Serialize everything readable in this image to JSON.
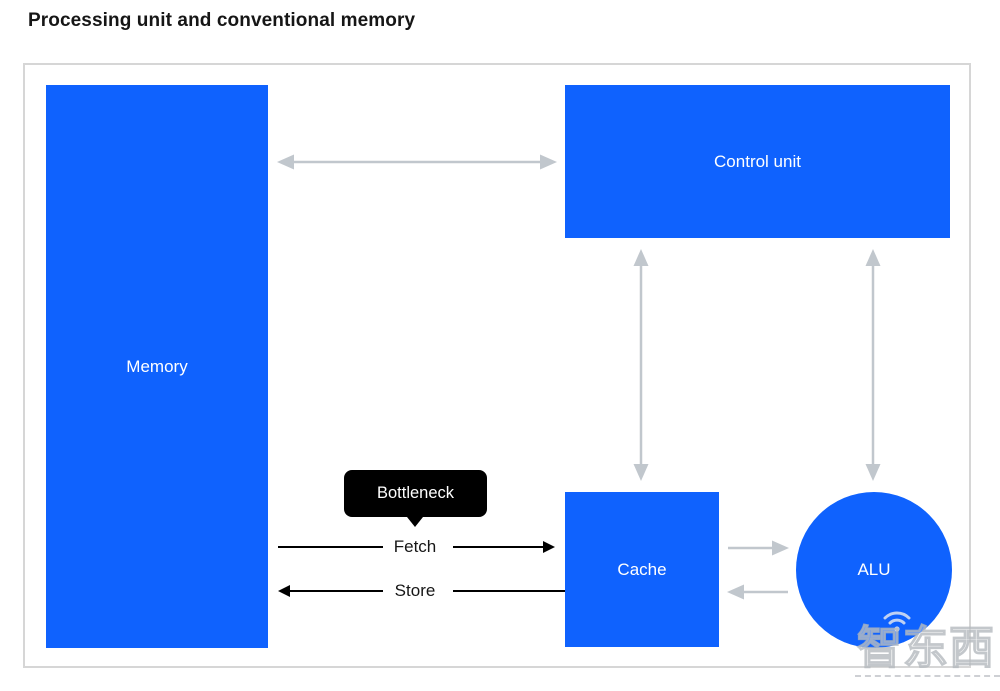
{
  "title": "Processing unit and conventional memory",
  "diagram": {
    "nodes": {
      "memory": {
        "label": "Memory",
        "shape": "rectangle"
      },
      "control_unit": {
        "label": "Control unit",
        "shape": "rectangle"
      },
      "cache": {
        "label": "Cache",
        "shape": "rectangle"
      },
      "alu": {
        "label": "ALU",
        "shape": "circle"
      }
    },
    "edges": [
      {
        "from": "memory",
        "to": "control_unit",
        "type": "double-arrow",
        "color": "gray"
      },
      {
        "from": "control_unit",
        "to": "cache",
        "type": "double-arrow",
        "color": "gray"
      },
      {
        "from": "control_unit",
        "to": "alu",
        "type": "double-arrow",
        "color": "gray"
      },
      {
        "from": "cache",
        "to": "alu",
        "type": "arrow",
        "color": "gray"
      },
      {
        "from": "alu",
        "to": "cache",
        "type": "arrow",
        "color": "gray"
      },
      {
        "from": "memory",
        "to": "cache",
        "type": "arrow",
        "color": "black",
        "label": "Fetch"
      },
      {
        "from": "cache",
        "to": "memory",
        "type": "arrow",
        "color": "black",
        "label": "Store"
      }
    ],
    "flow_labels": {
      "fetch": "Fetch",
      "store": "Store"
    },
    "callout": {
      "label": "Bottleneck"
    }
  },
  "colors": {
    "node_blue": "#0f62fe",
    "arrow_gray": "#c1c7cd",
    "arrow_black": "#000000",
    "tooltip_bg": "#000000",
    "frame_border": "#d6d6d6",
    "title_text": "#161616"
  },
  "watermark": {
    "text": "智东西"
  }
}
